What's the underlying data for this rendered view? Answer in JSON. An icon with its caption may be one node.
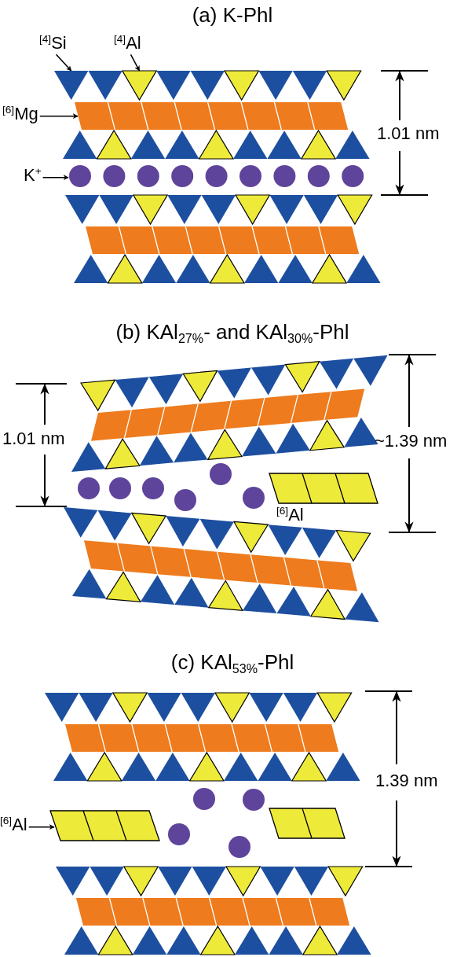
{
  "diagram": {
    "nodes": [
      {
        "text": [
          "$^{[4]}$Si"
        ]
      },
      {
        "text": [],
        "shape": "triangle"
      },
      {
        "text": [
          "$^{[4]}$Al"
        ]
      },
      {
        "text": [],
        "shape": "triangle"
      },
      {
        "text": [
          "$^{[6]}$Mg"
        ]
      },
      {
        "text": [],
        "shape": "bar"
      },
      {
        "text": [
          "K$^{+}$"
        ]
      },
      {
        "text": [],
        "shape": "circle"
      },
      {
        "text": [],
        "shape": "circle"
      },
      {
        "text": [],
        "shape": "circle"
      },
      {
        "text": [],
        "shape": "circle"
      },
      {
        "text": [],
        "shape": "circle"
      },
      {
        "text": [],
        "shape": "circle"
      },
      {
        "text": [],
        "shape": "circle"
      },
      {
        "text": [],
        "shape": "circle"
      },
      {
        "text": [],
        "shape": "circle"
      },
      {
        "text": [],
        "shape": "bar"
      },
      {
        "text": [],
        "shape": "bar"
      },
      {
        "text": [],
        "shape": "circle"
      },
      {
        "text": [],
        "shape": "circle"
      },
      {
        "text": [],
        "shape": "circle"
      },
      {
        "text": [],
        "shape": "circle"
      },
      {
        "text": [],
        "shape": "circle"
      },
      {
        "text": [],
        "shape": "circle"
      },
      {
        "text": [],
        "shape": "bar"
      },
      {
        "text": [],
        "shape": "bar"
      },
      {
        "text": [],
        "shape": "bar"
      },
      {
        "text": [],
        "shape": "circle"
      },
      {
        "text": [],
        "shape": "circle"
      },
      {
        "text": [
          "$^{[6]}$Al"
        ]
      },
      {
        "text": [],
        "shape": "bar"
      },
      {
        "text": [],
        "shape": "circle"
      },
      {
        "text": [],
        "shape": "bar"
      },
      {
        "text": [],
        "shape": "circle"
      },
      {
        "text": [],
        "shape": "bar"
      }
    ],
    "edges": [
      {
        "from": 0,
        "to": 1,
        "arrow": "to"
      },
      {
        "from": 2,
        "to": 3,
        "arrow": "to"
      },
      {
        "from": 4,
        "to": 5,
        "arrow": "to"
      },
      {
        "from": 6,
        "to": 7,
        "arrow": "to"
      },
      {
        "from": 29,
        "to": 30,
        "arrow": "to"
      }
    ],
    "labels": [
      "(a) K-Phl",
      "1.01 nm",
      "(b) KAl$_{27%}$- and KAl$_{30%}$-Phl",
      "1.01 nm",
      "~1.39 nm",
      "$^{[6]}$Al",
      "(c) KAl$_{53%}$-Phl",
      "1.39 nm"
    ]
  }
}
